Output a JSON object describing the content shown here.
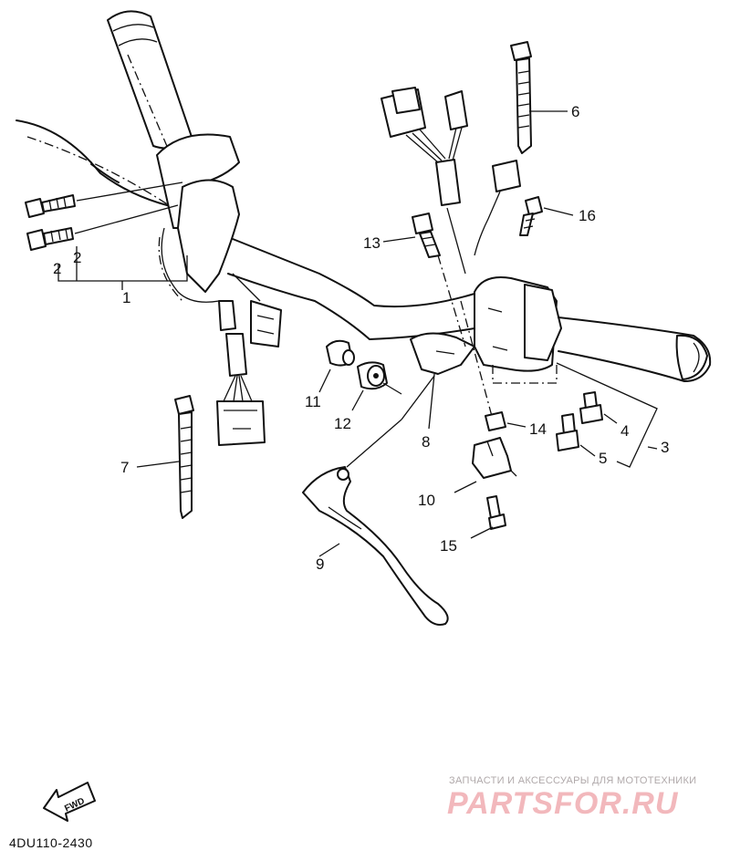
{
  "diagram": {
    "labels": {
      "p1": "1",
      "p2a": "2",
      "p2b": "2",
      "p3": "3",
      "p4": "4",
      "p5": "5",
      "p6": "6",
      "p7": "7",
      "p8": "8",
      "p9": "9",
      "p10": "10",
      "p11": "11",
      "p12": "12",
      "p13": "13",
      "p14": "14",
      "p15": "15",
      "p16": "16"
    },
    "fwd_label": "FWD",
    "diagram_code": "4DU110-2430"
  },
  "watermark": {
    "subtitle": "ЗАПЧАСТИ И АКСЕССУАРЫ ДЛЯ МОТОТЕХНИКИ",
    "logo_text": "PARTSFOR.RU"
  },
  "colors": {
    "ink": "#111111",
    "watermark": "#f2b8bc",
    "background": "#ffffff"
  }
}
